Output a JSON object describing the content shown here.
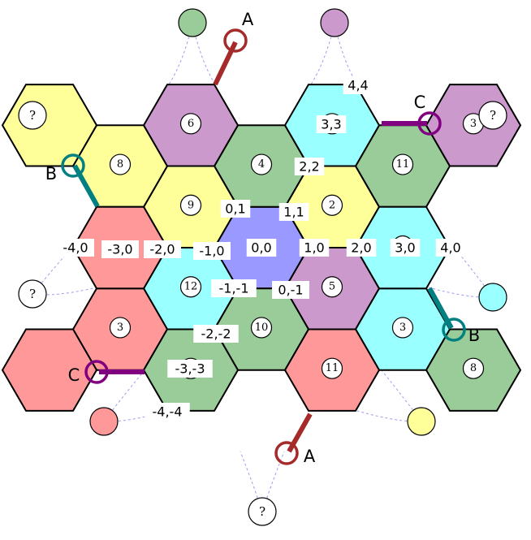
{
  "colors": {
    "blue": "#9999ff",
    "green": "#99cc99",
    "yellow": "#ffff99",
    "purple": "#cc99cc",
    "cyan": "#99ffff",
    "red": "#ff9999",
    "white": "#ffffff",
    "edge_A": "#a52a2a",
    "edge_B": "#008080",
    "edge_C": "#800080"
  },
  "tiles": [
    {
      "q": 0,
      "r": 0,
      "color": "blue",
      "coord": "0,0",
      "number": ""
    },
    {
      "q": 1,
      "r": 0,
      "color": "purple",
      "coord": "1,0",
      "number": "5"
    },
    {
      "q": 1,
      "r": 1,
      "color": "yellow",
      "coord": "1,1",
      "number": "2"
    },
    {
      "q": 0,
      "r": 1,
      "color": "green",
      "coord": "0,1",
      "number": "4"
    },
    {
      "q": -1,
      "r": 0,
      "color": "yellow",
      "coord": "-1,0",
      "number": "9"
    },
    {
      "q": -1,
      "r": -1,
      "color": "cyan",
      "coord": "-1,-1",
      "number": "12"
    },
    {
      "q": 0,
      "r": -1,
      "color": "green",
      "coord": "0,-1",
      "number": "10"
    },
    {
      "q": 2,
      "r": 0,
      "color": "cyan",
      "coord": "2,0",
      "number": "3"
    },
    {
      "q": 2,
      "r": 2,
      "color": "green",
      "coord": "2,2",
      "number": "11"
    },
    {
      "q": -2,
      "r": 0,
      "color": "yellow",
      "coord": "-2,0",
      "number": "8"
    },
    {
      "q": -2,
      "r": -2,
      "color": "red",
      "coord": "-2,-2",
      "number": "3"
    },
    {
      "q": 2,
      "r": 1,
      "color": "cyan",
      "coord": "",
      "number": "9"
    },
    {
      "q": 1,
      "r": 2,
      "color": "cyan",
      "coord": "",
      "number": "3"
    },
    {
      "q": -1,
      "r": 1,
      "color": "purple",
      "coord": "",
      "number": "6"
    },
    {
      "q": -2,
      "r": -1,
      "color": "red",
      "coord": "",
      "number": ""
    },
    {
      "q": -1,
      "r": -2,
      "color": "green",
      "coord": "",
      "number": "8"
    },
    {
      "q": 1,
      "r": -1,
      "color": "red",
      "coord": "",
      "number": "11"
    },
    {
      "q": 3,
      "r": 0,
      "color": "green",
      "coord": "3,0",
      "number": "8"
    },
    {
      "q": 3,
      "r": 3,
      "color": "purple",
      "coord": "3,3",
      "number": "3"
    },
    {
      "q": -3,
      "r": 0,
      "color": "yellow",
      "coord": "-3,0",
      "number": ""
    },
    {
      "q": -3,
      "r": -3,
      "color": "red",
      "coord": "-3,-3",
      "number": ""
    }
  ],
  "extra_labels": [
    {
      "q": 4,
      "r": 0,
      "text": "4,0"
    },
    {
      "q": 4,
      "r": 4,
      "text": "4,4"
    },
    {
      "q": -4,
      "r": 0,
      "text": "-4,0"
    },
    {
      "q": -4,
      "r": -4,
      "text": "-4,-4"
    }
  ],
  "ports": [
    {
      "pos": "top-left",
      "color": "green",
      "text": ""
    },
    {
      "pos": "top-right",
      "color": "purple",
      "text": ""
    },
    {
      "pos": "right-upper",
      "color": "white",
      "text": "?"
    },
    {
      "pos": "right-lower",
      "color": "cyan",
      "text": ""
    },
    {
      "pos": "bottom-right",
      "color": "yellow",
      "text": ""
    },
    {
      "pos": "bottom",
      "color": "white",
      "text": "?"
    },
    {
      "pos": "bottom-left",
      "color": "red",
      "text": ""
    },
    {
      "pos": "left-lower",
      "color": "white",
      "text": "?"
    },
    {
      "pos": "left-upper",
      "color": "white",
      "text": "?"
    }
  ],
  "edges": [
    {
      "label": "A",
      "color": "edge_A"
    },
    {
      "label": "A",
      "color": "edge_A"
    },
    {
      "label": "B",
      "color": "edge_B"
    },
    {
      "label": "B",
      "color": "edge_B"
    },
    {
      "label": "C",
      "color": "edge_C"
    },
    {
      "label": "C",
      "color": "edge_C"
    }
  ]
}
